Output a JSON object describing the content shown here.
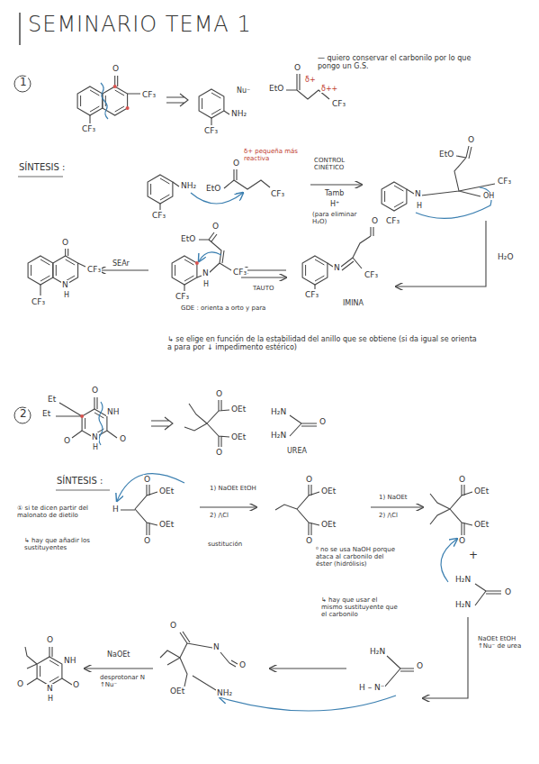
{
  "diagram": {
    "title": "SEMINARIO TEMA 1",
    "labels": [
      "1",
      "O",
      "CF₃",
      "CF₃",
      "Nu⁻",
      "NH₂",
      "CF₃",
      "EtO",
      "O",
      "δ+",
      "δ++",
      "CF₃",
      "— quiero conservar el carbonilo por lo que pongo un G.S.",
      "SÍNTESIS :",
      "NH₂",
      "CF₃",
      "EtO",
      "O",
      "δ+ pequeña más reactiva",
      "CF₃",
      "CONTROL CINÉTICO",
      "Tamb",
      "H⁺",
      "(para eliminar H₂O)",
      "O",
      "EtO",
      "CF₃",
      "N",
      "H",
      "OH",
      "CF₃",
      "H₂O",
      "O",
      "N",
      "CF₃",
      "CF₃",
      "IMINA",
      "TAUTO",
      "O",
      "EtO",
      "N",
      "H",
      "CF₃",
      "CF₃",
      "GDE : orienta a orto y para",
      "SEAr",
      "O",
      "CF₃",
      "N",
      "H",
      "CF₃",
      "↳ se elige en función de la estabilidad del anillo que se obtiene (si da igual se orienta a para por ↓ impedimento estérico)",
      "2",
      "Et",
      "Et",
      "O",
      "NH",
      "O",
      "N",
      "H",
      "O",
      "O",
      "OEt",
      "OEt",
      "O",
      "H₂N",
      "H₂N",
      "O",
      "UREA",
      "SÍNTESIS :",
      "① si te dicen partir del malonato de dietilo",
      "↳ hay que añadir los sustituyentes",
      "H",
      "O",
      "OEt",
      "OEt",
      "O",
      "1) NaOEt EtOH",
      "2) ∕\\Cl",
      "sustitución",
      "O",
      "OEt",
      "OEt",
      "O",
      "1) NaOEt",
      "2) ∕\\Cl",
      "O",
      "OEt",
      "OEt",
      "O",
      "⁰ no se usa NaOH porque ataca al carbonilo del éster (hidrólisis)",
      "↳ hay que usar el mismo sustituyente que el carbonilo",
      "+",
      "H₂N",
      "O",
      "H₂N",
      "NaOEt EtOH ↑Nu⁻ de urea",
      "H₂N",
      "O",
      "H – N⁻",
      "O",
      "N",
      "O",
      "OEt",
      "NH₂",
      "NaOEt",
      "desprotonar N ↑Nu⁻",
      "O",
      "NH",
      "O",
      "N",
      "H",
      "O"
    ]
  }
}
